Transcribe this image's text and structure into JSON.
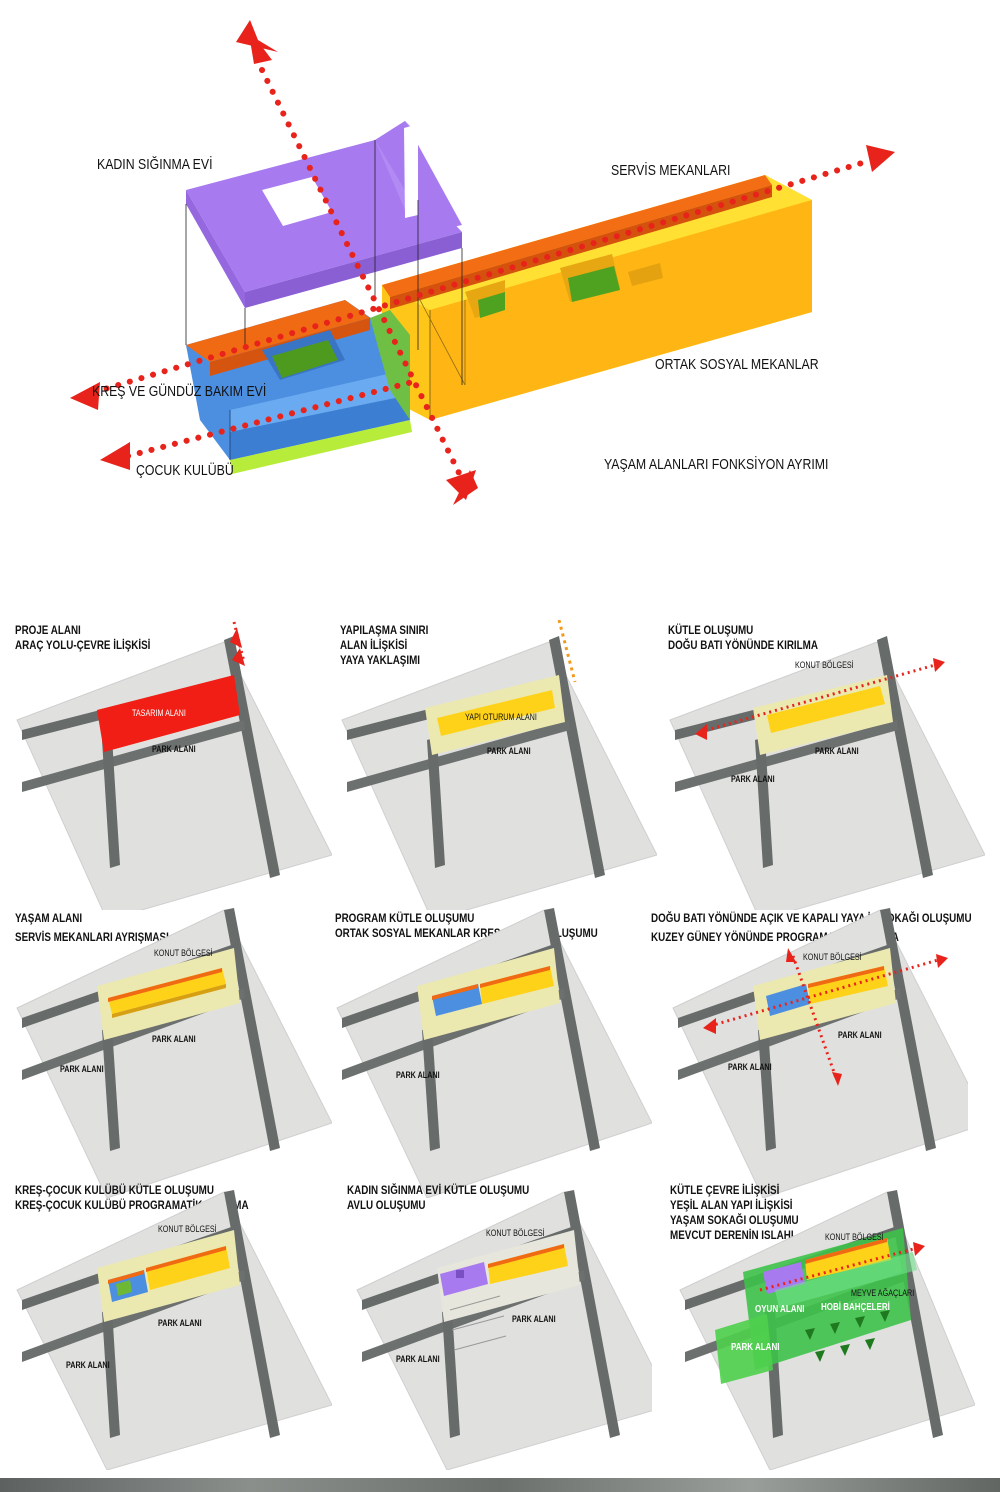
{
  "main": {
    "labels": {
      "women_shelter": "KADIN SIĞINMA EVİ",
      "service_spaces": "SERVİS MEKANLARI",
      "common_social": "ORTAK SOSYAL MEKANLAR",
      "kindergarten": "KREŞ VE GÜNDÜZ BAKIM EVİ",
      "kids_club": "ÇOCUK KULÜBÜ",
      "living_functions": "YAŞAM ALANLARI FONKSİYON AYRIMI"
    },
    "colors": {
      "women_shelter": "#a77af0",
      "service_spaces": "#f06a14",
      "common_social": "#ffd21a",
      "kindergarten": "#5aa0ea",
      "kids_club": "#b8ec3a",
      "courtyard": "#4f9a1e",
      "arrow": "#e8231b"
    }
  },
  "steps": [
    {
      "title": [
        "PROJE ALANI",
        "ARAÇ YOLU-ÇEVRE İLİŞKİSİ"
      ],
      "labels": {
        "design": "TASARIM ALANI",
        "park": "PARK ALANI"
      }
    },
    {
      "title": [
        "YAPILAŞMA SINIRI",
        "ALAN İLİŞKİSİ",
        "YAYA YAKLAŞIMI"
      ],
      "labels": {
        "footprint": "YAPI OTURUM ALANI",
        "park": "PARK ALANI"
      }
    },
    {
      "title": [
        "KÜTLE OLUŞUMU",
        "DOĞU BATI YÖNÜNDE KIRILMA"
      ],
      "labels": {
        "housing": "KONUT BÖLGESİ",
        "park": "PARK ALANI",
        "park2": "PARK ALANI"
      }
    },
    {
      "title": [
        "YAŞAM ALANI",
        "SERVİS MEKANLARI AYRIŞMASI"
      ],
      "labels": {
        "housing": "KONUT BÖLGESİ",
        "park": "PARK ALANI",
        "park2": "PARK ALANI"
      }
    },
    {
      "title": [
        "PROGRAM KÜTLE OLUŞUMU",
        "ORTAK SOSYAL MEKANLAR KREŞ KÜTLESİ OLUŞUMU"
      ],
      "labels": {
        "park": "PARK ALANI"
      }
    },
    {
      "title": [
        "DOĞU BATI YÖNÜNDE AÇIK VE KAPALI YAYA İÇ SOKAĞI OLUŞUMU",
        "KUZEY GÜNEY YÖNÜNDE PROGRAMATİK YIRTILMA"
      ],
      "labels": {
        "housing": "KONUT BÖLGESİ",
        "park": "PARK ALANI",
        "park2": "PARK ALANI"
      }
    },
    {
      "title": [
        "KREŞ-ÇOCUK KULÜBÜ KÜTLE OLUŞUMU",
        "KREŞ-ÇOCUK KULÜBÜ PROGRAMATİK AYRILMA"
      ],
      "labels": {
        "housing": "KONUT BÖLGESİ",
        "park": "PARK ALANI",
        "park2": "PARK ALANI"
      }
    },
    {
      "title": [
        "KADIN SIĞINMA EVİ KÜTLE OLUŞUMU",
        "AVLU OLUŞUMU"
      ],
      "labels": {
        "housing": "KONUT BÖLGESİ",
        "park": "PARK ALANI",
        "park2": "PARK ALANI"
      }
    },
    {
      "title": [
        "KÜTLE ÇEVRE İLİŞKİSİ",
        "YEŞİL ALAN YAPI İLİŞKİSİ",
        "YAŞAM SOKAĞI OLUŞUMU",
        "MEVCUT DERENİN ISLAHI"
      ],
      "labels": {
        "housing": "KONUT BÖLGESİ",
        "trees": "MEYVE AĞAÇLARI",
        "play": "OYUN ALANI",
        "hobby": "HOBİ BAHÇELERİ",
        "park": "PARK ALANI"
      }
    }
  ]
}
